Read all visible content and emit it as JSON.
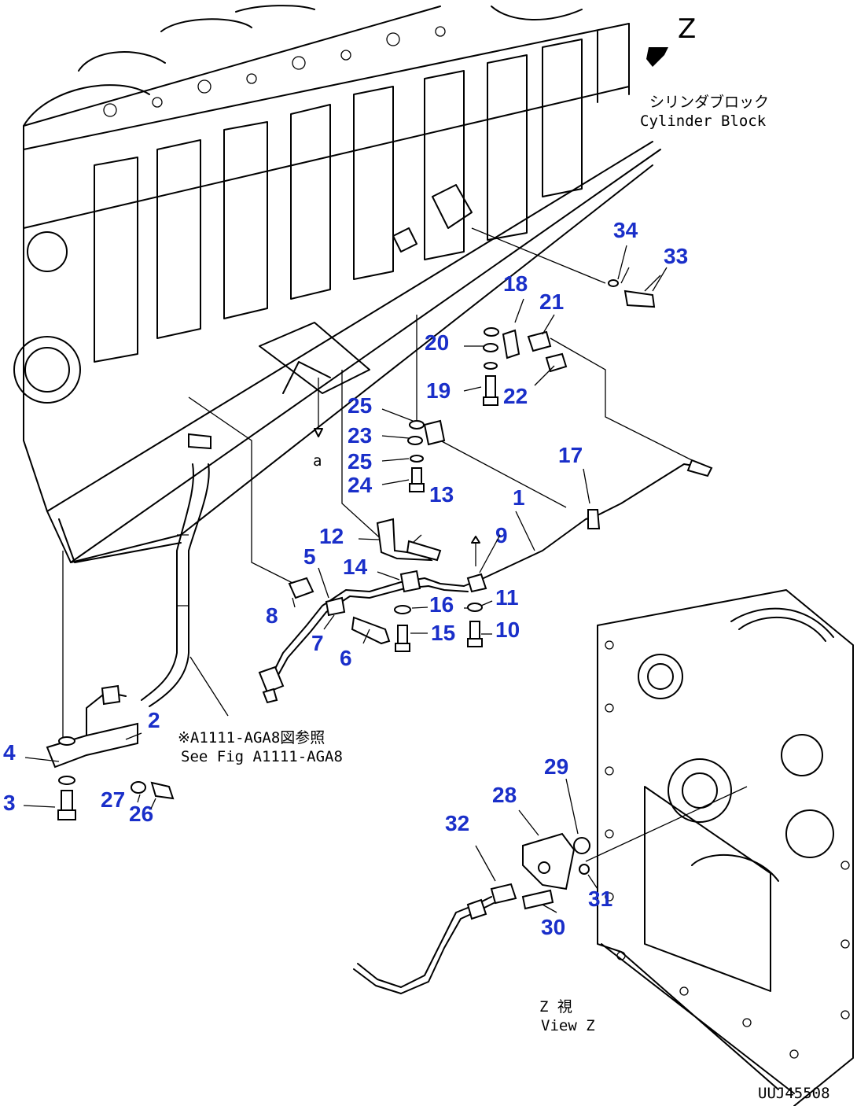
{
  "view_letter": "Z",
  "cylinder_block": {
    "ja": "シリンダブロック",
    "en": "Cylinder Block"
  },
  "reference": {
    "ja": "※A1111-AGA8図参照",
    "en": "See Fig A1111-AGA8"
  },
  "view_label": {
    "ja": "Z 視",
    "en": "View Z"
  },
  "connector_mark": "a",
  "drawing_code": "UUJ45508",
  "callouts": [
    "1",
    "2",
    "3",
    "4",
    "5",
    "6",
    "7",
    "8",
    "9",
    "10",
    "11",
    "12",
    "13",
    "14",
    "15",
    "16",
    "17",
    "18",
    "19",
    "20",
    "21",
    "22",
    "23",
    "24",
    "25",
    "25",
    "26",
    "27",
    "28",
    "29",
    "30",
    "31",
    "32",
    "33",
    "34"
  ]
}
